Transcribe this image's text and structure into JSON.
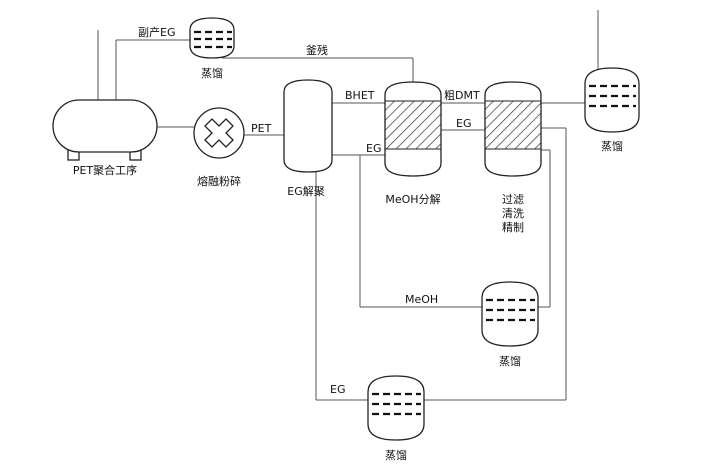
{
  "labels": {
    "pet_unit": "PET聚合工序",
    "melt_crush": "熔融粉碎",
    "pet_stream": "PET",
    "eg_depoly": "EG解聚",
    "bhet_stream": "BHET",
    "meoh_decomp": "MeOH分解",
    "crude_dmt": "粗DMT",
    "eg_stream_mid": "EG",
    "eg_stream_right": "EG",
    "filter_line1": "过滤",
    "filter_line2": "清洗",
    "filter_line3": "精制",
    "byproduct_eg": "副产EG",
    "still_top_left": "蒸馏",
    "residue": "釜残",
    "still_top_right": "蒸馏",
    "meoh_stream": "MeOH",
    "still_mid": "蒸馏",
    "eg_stream_bottom": "EG",
    "still_bottom": "蒸馏"
  },
  "colors": {
    "vessel_stroke": "#222222",
    "pipe": "#555555",
    "background": "#ffffff"
  },
  "icons": {
    "crusher": "x-cross-icon",
    "packing": "diagonal-hatch"
  }
}
